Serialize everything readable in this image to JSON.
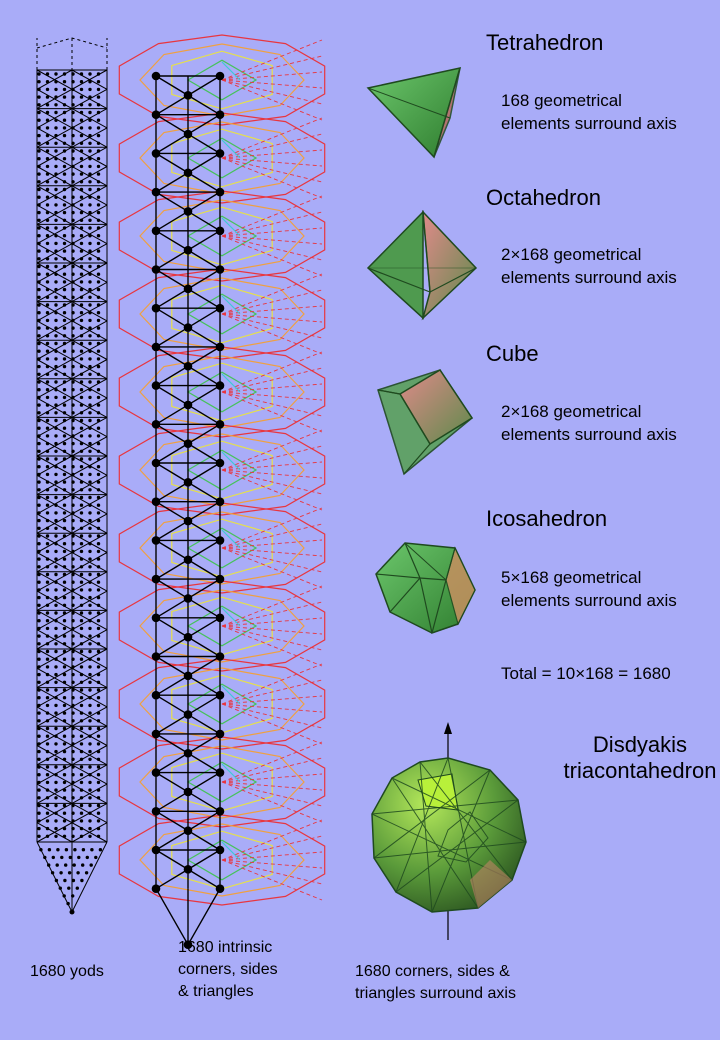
{
  "solids": [
    {
      "name": "Tetrahedron",
      "desc_line1": "168 geometrical",
      "desc_line2": "elements surround axis"
    },
    {
      "name": "Octahedron",
      "desc_line1": "2×168 geometrical",
      "desc_line2": "elements surround axis"
    },
    {
      "name": "Cube",
      "desc_line1": "2×168 geometrical",
      "desc_line2": "elements surround axis"
    },
    {
      "name": "Icosahedron",
      "desc_line1": "5×168 geometrical",
      "desc_line2": "elements surround axis"
    }
  ],
  "total": "Total = 10×168 = 1680",
  "disdyakis": {
    "line1": "Disdyakis",
    "line2": "triacontahedron"
  },
  "captions": {
    "yods": "1680 yods",
    "intrinsic_line1": "1680 intrinsic",
    "intrinsic_line2": "corners, sides",
    "intrinsic_line3": "& triangles",
    "surround_line1": "1680 corners, sides &",
    "surround_line2": "triangles surround axis"
  },
  "colors": {
    "background": "#a9acf8",
    "solid_green": "#3f9a3f",
    "solid_pink": "#c46a6a",
    "polygon_red": "#e8363f",
    "polygon_orange": "#f0a040",
    "polygon_yellow": "#e6e04a",
    "polygon_green": "#46c25a",
    "polygon_cyan": "#3ec9d6"
  }
}
